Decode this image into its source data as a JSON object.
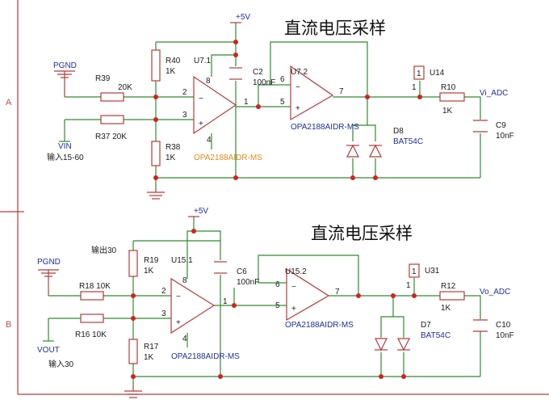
{
  "frame": {
    "rows": [
      "A",
      "B"
    ]
  },
  "circuit1": {
    "title": "直流电压采样",
    "supply": "+5V",
    "pgnd": "PGND",
    "vin": "VIN",
    "input_note": "输入15-60",
    "r39": "R39",
    "r39_val": "20K",
    "r37": "R37 20K",
    "r40": "R40",
    "r40_val": "1K",
    "r38": "R38",
    "r38_val": "1K",
    "u71": "U7.1",
    "pin8": "8",
    "pin4": "4",
    "pin2": "2",
    "pin3": "3",
    "pin1": "1",
    "opa1": "OPA2188AIDR-MS",
    "c2": "C2",
    "c2_val": "100nF",
    "u72": "U7.2",
    "pin6": "6",
    "pin5": "5",
    "pin7": "7",
    "opa2": "OPA2188AIDR-MS",
    "d8": "D8",
    "d8_val": "BAT54C",
    "u14": "U14",
    "u14_pin": "1",
    "r10": "R10",
    "r10_val": "1K",
    "net": "Vi_ADC",
    "c9": "C9",
    "c9_val": "10nF"
  },
  "circuit2": {
    "title": "直流电压采样",
    "supply": "+5V",
    "pgnd": "PGND",
    "vout": "VOUT",
    "output_note": "输出30",
    "input_note": "输入30",
    "r18": "R18 10K",
    "r16": "R16 10K",
    "r19": "R19",
    "r19_val": "1K",
    "r17": "R17",
    "r17_val": "1K",
    "u151": "U15.1",
    "pin8": "8",
    "pin4": "4",
    "pin2": "2",
    "pin3": "3",
    "pin1": "1",
    "opa1": "OPA2188AIDR-MS",
    "c6": "C6",
    "c6_val": "100nF",
    "u152": "U15.2",
    "pin6": "6",
    "pin5": "5",
    "pin7": "7",
    "opa2": "OPA2188AIDR-MS",
    "d7": "D7",
    "d7_val": "BAT54C",
    "u31": "U31",
    "u31_pin": "1",
    "r12": "R12",
    "r12_val": "1K",
    "net": "Vo_ADC",
    "c10": "C10",
    "c10_val": "10nF"
  }
}
